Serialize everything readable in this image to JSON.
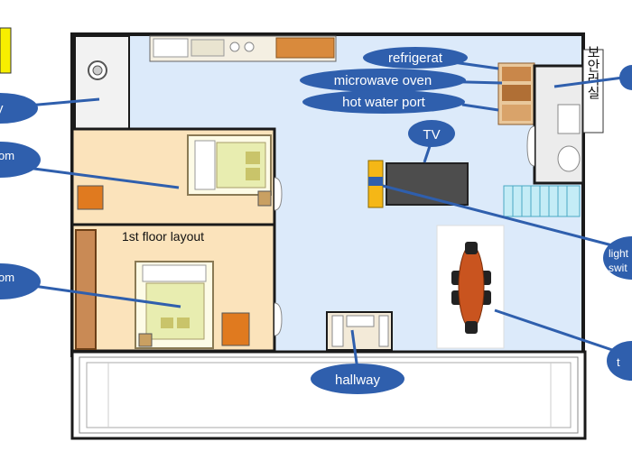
{
  "labels": {
    "refrigerator": "refrigerat",
    "microwave": "microwave  oven",
    "hot_water": "hot water port",
    "tv": "TV",
    "light_switch_line1": "light",
    "light_switch_line2": "swit",
    "table": "t",
    "hallway": "hallway",
    "bathroom_left": "y",
    "room_upper": "om",
    "room_lower": "om",
    "floor_title": "1st floor layout",
    "korean_room": "보안러실"
  },
  "colors": {
    "callout": "#2f5fad",
    "floor": "#dceafa",
    "room": "#fbe3bb",
    "wall": "#1a1a1a",
    "legend": "#f7ef00"
  }
}
